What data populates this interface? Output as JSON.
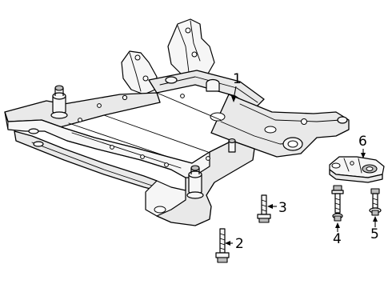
{
  "diagram": {
    "callouts": [
      {
        "id": "1",
        "label": "1"
      },
      {
        "id": "2",
        "label": "2"
      },
      {
        "id": "3",
        "label": "3"
      },
      {
        "id": "4",
        "label": "4"
      },
      {
        "id": "5",
        "label": "5"
      },
      {
        "id": "6",
        "label": "6"
      }
    ],
    "parts": {
      "1": "front-suspension-crossmember",
      "2": "long-mounting-bolt",
      "3": "short-mounting-bolt",
      "4": "bolt-with-washer",
      "5": "bolt-with-washer",
      "6": "mounting-bracket-plate"
    }
  }
}
